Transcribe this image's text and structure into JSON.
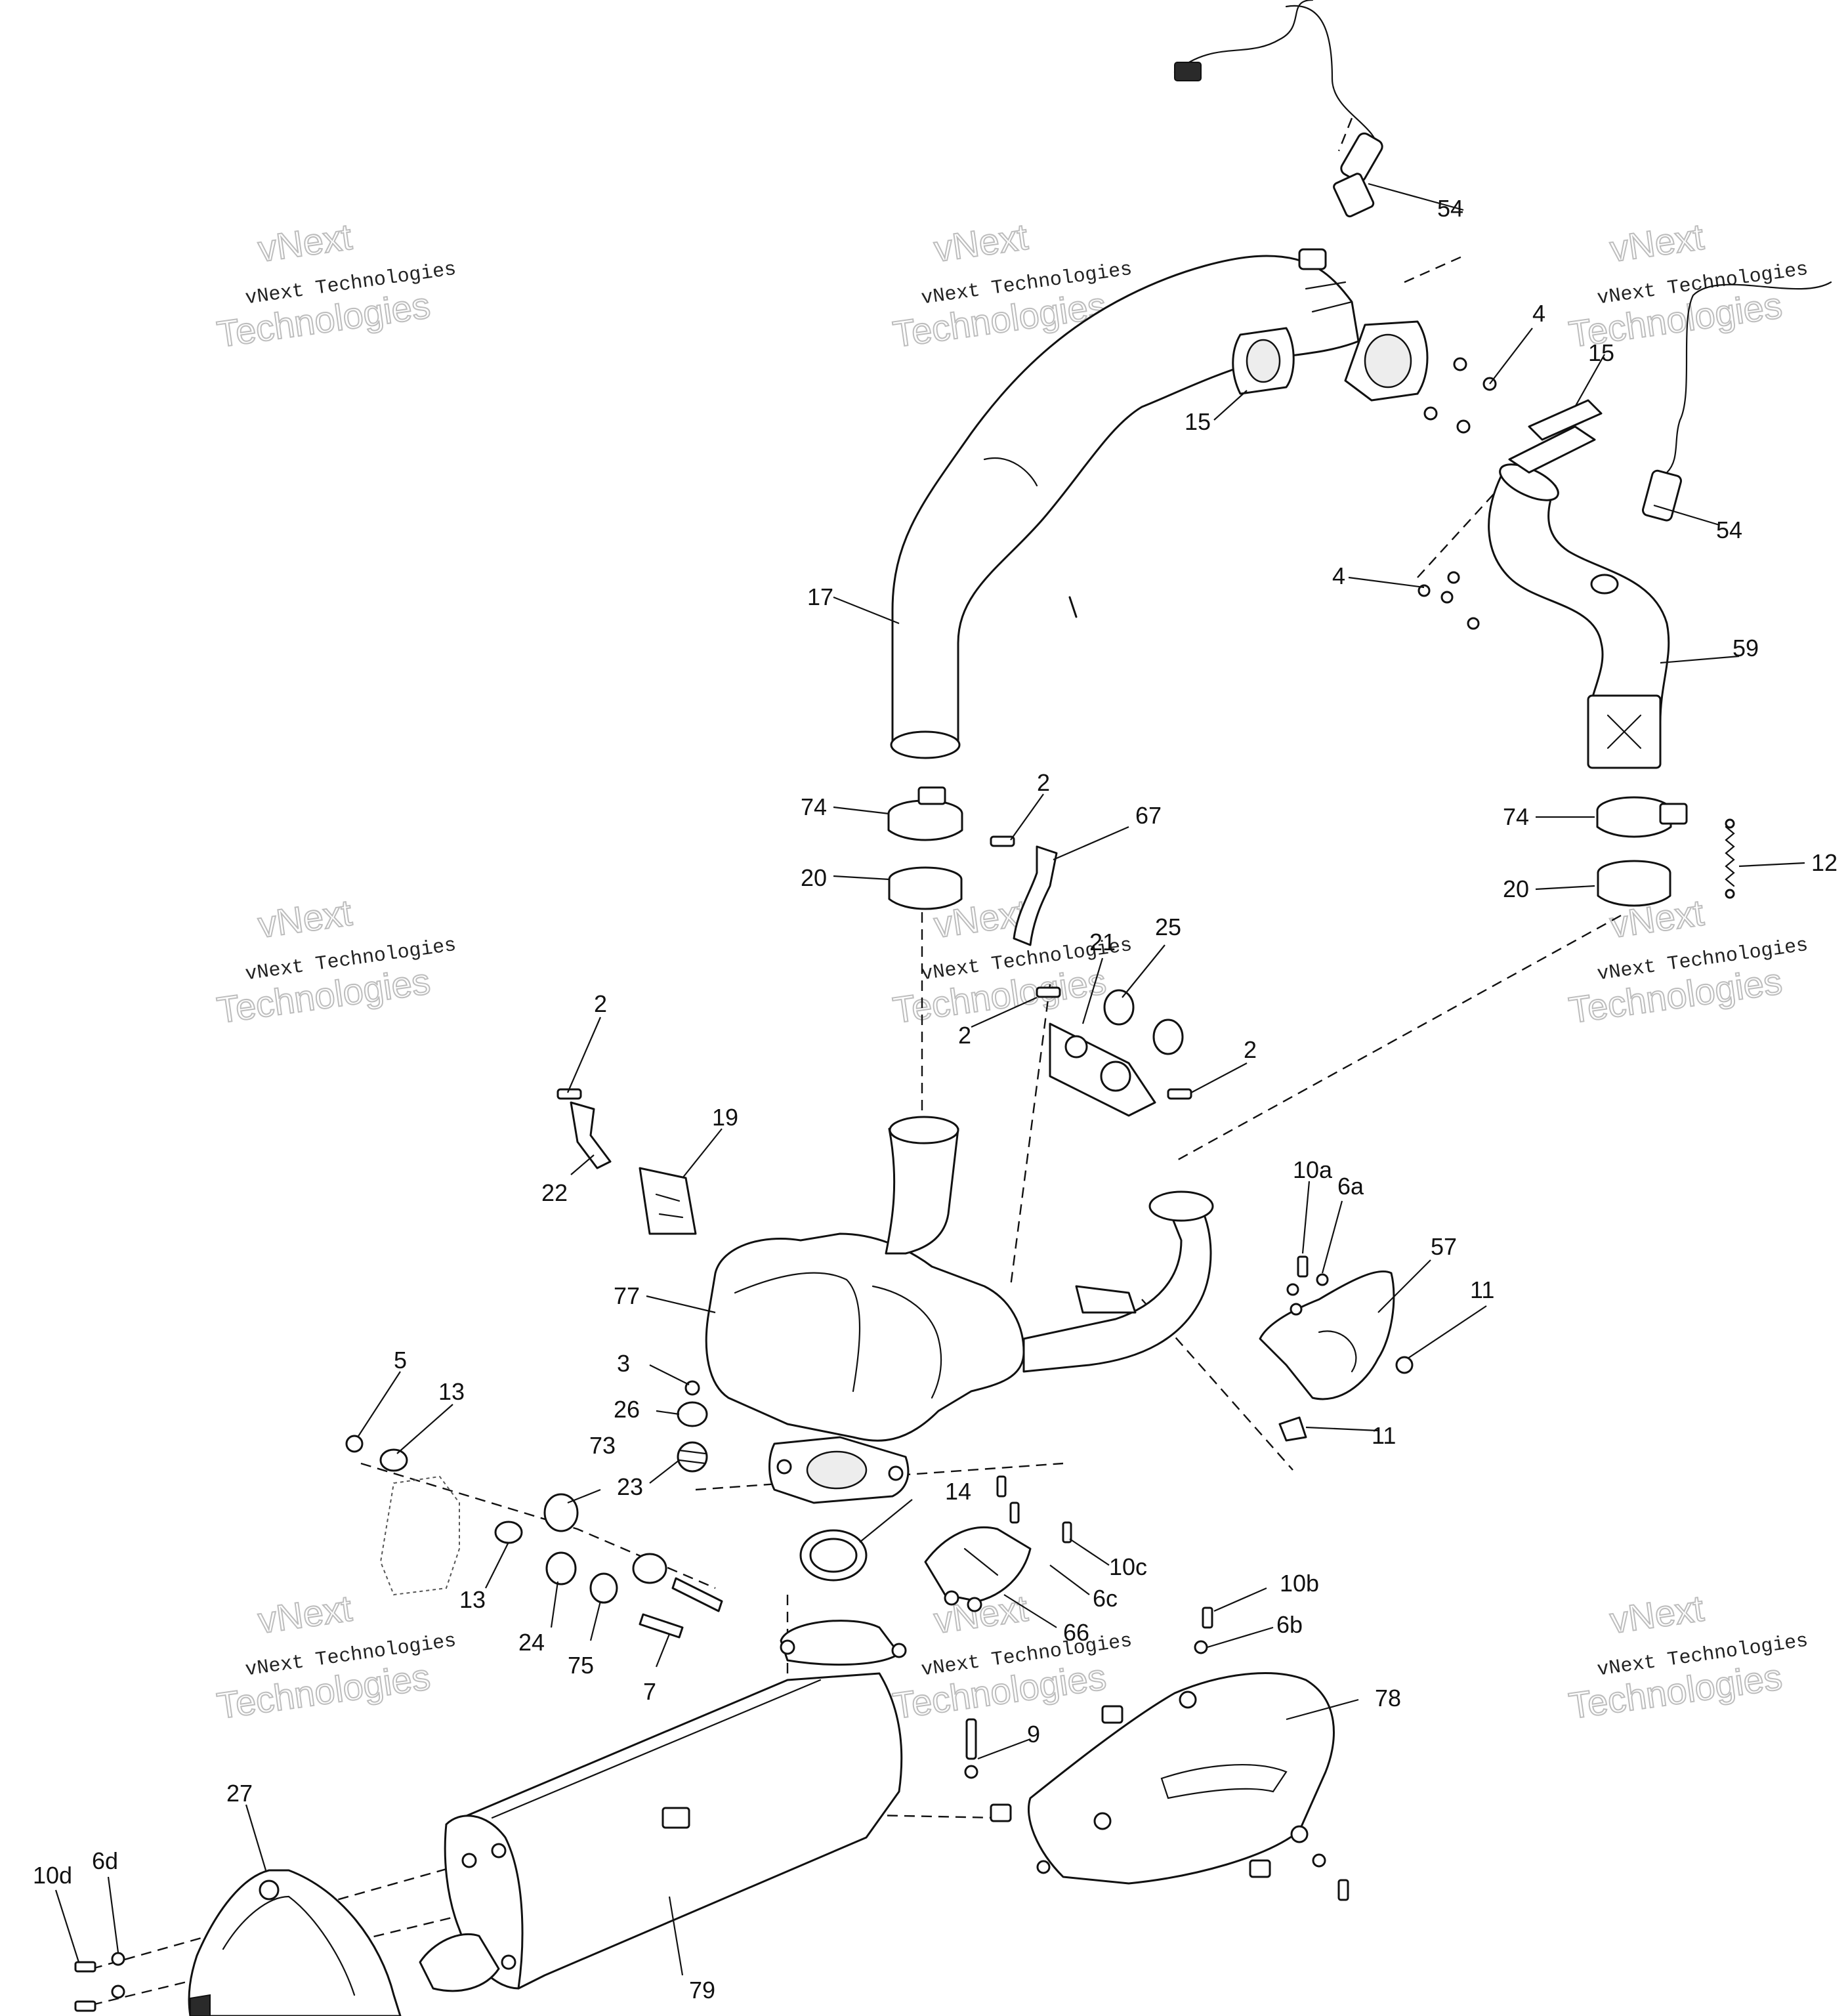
{
  "watermark": {
    "line_a": "vNext Technologies",
    "line_b": "vNext",
    "line_c": "Technologies"
  },
  "callouts": {
    "c54a": "54",
    "c54b": "54",
    "c4a": "4",
    "c4b": "4",
    "c15a": "15",
    "c15b": "15",
    "c17": "17",
    "c59": "59",
    "c74a": "74",
    "c74b": "74",
    "c20a": "20",
    "c20b": "20",
    "c12": "12",
    "c2a": "2",
    "c2b": "2",
    "c2c": "2",
    "c2d": "2",
    "c67": "67",
    "c21": "21",
    "c25": "25",
    "c19": "19",
    "c22": "22",
    "c10a": "10a",
    "c6a": "6a",
    "c57": "57",
    "c11a": "11",
    "c11b": "11",
    "c77": "77",
    "c5": "5",
    "c13a": "13",
    "c13b": "13",
    "c3": "3",
    "c26": "26",
    "c23": "23",
    "c73": "73",
    "c24": "24",
    "c75": "75",
    "c7": "7",
    "c14": "14",
    "c10c": "10c",
    "c6c": "6c",
    "c66": "66",
    "c10b": "10b",
    "c6b": "6b",
    "c9": "9",
    "c78": "78",
    "c27": "27",
    "c10d": "10d",
    "c6d": "6d",
    "c79": "79"
  }
}
